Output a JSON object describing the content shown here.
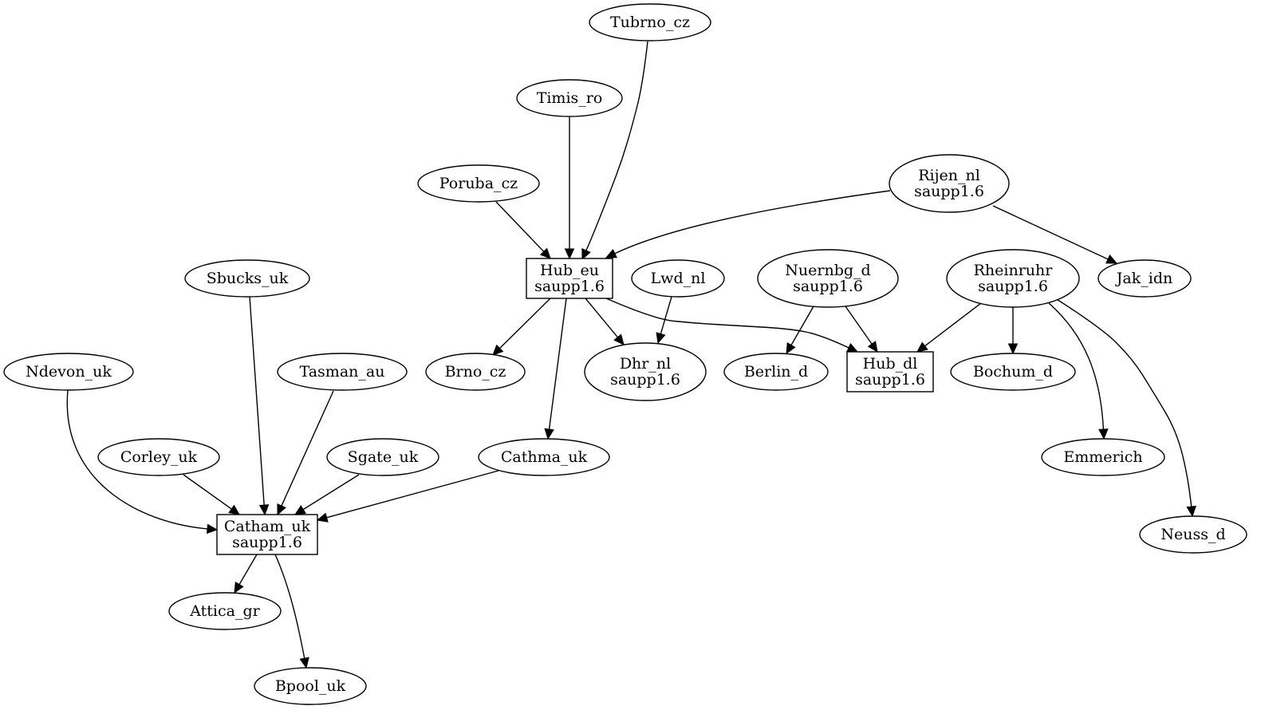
{
  "graph": {
    "nodes": [
      {
        "id": "tubrno_cz",
        "shape": "ellipse",
        "lines": [
          "Tubrno_cz"
        ]
      },
      {
        "id": "timis_ro",
        "shape": "ellipse",
        "lines": [
          "Timis_ro"
        ]
      },
      {
        "id": "poruba_cz",
        "shape": "ellipse",
        "lines": [
          "Poruba_cz"
        ]
      },
      {
        "id": "rijen_nl",
        "shape": "ellipse",
        "lines": [
          "Rijen_nl",
          "saupp1.6"
        ]
      },
      {
        "id": "hub_eu",
        "shape": "box",
        "lines": [
          "Hub_eu",
          "saupp1.6"
        ]
      },
      {
        "id": "lwd_nl",
        "shape": "ellipse",
        "lines": [
          "Lwd_nl"
        ]
      },
      {
        "id": "nuernbg_d",
        "shape": "ellipse",
        "lines": [
          "Nuernbg_d",
          "saupp1.6"
        ]
      },
      {
        "id": "rheinruhr",
        "shape": "ellipse",
        "lines": [
          "Rheinruhr",
          "saupp1.6"
        ]
      },
      {
        "id": "jak_idn",
        "shape": "ellipse",
        "lines": [
          "Jak_idn"
        ]
      },
      {
        "id": "sbucks_uk",
        "shape": "ellipse",
        "lines": [
          "Sbucks_uk"
        ]
      },
      {
        "id": "brno_cz",
        "shape": "ellipse",
        "lines": [
          "Brno_cz"
        ]
      },
      {
        "id": "dhr_nl",
        "shape": "ellipse",
        "lines": [
          "Dhr_nl",
          "saupp1.6"
        ]
      },
      {
        "id": "berlin_d",
        "shape": "ellipse",
        "lines": [
          "Berlin_d"
        ]
      },
      {
        "id": "hub_dl",
        "shape": "box",
        "lines": [
          "Hub_dl",
          "saupp1.6"
        ]
      },
      {
        "id": "bochum_d",
        "shape": "ellipse",
        "lines": [
          "Bochum_d"
        ]
      },
      {
        "id": "ndevon_uk",
        "shape": "ellipse",
        "lines": [
          "Ndevon_uk"
        ]
      },
      {
        "id": "tasman_au",
        "shape": "ellipse",
        "lines": [
          "Tasman_au"
        ]
      },
      {
        "id": "corley_uk",
        "shape": "ellipse",
        "lines": [
          "Corley_uk"
        ]
      },
      {
        "id": "sgate_uk",
        "shape": "ellipse",
        "lines": [
          "Sgate_uk"
        ]
      },
      {
        "id": "cathma_uk",
        "shape": "ellipse",
        "lines": [
          "Cathma_uk"
        ]
      },
      {
        "id": "emmerich",
        "shape": "ellipse",
        "lines": [
          "Emmerich"
        ]
      },
      {
        "id": "catham_uk",
        "shape": "box",
        "lines": [
          "Catham_uk",
          "saupp1.6"
        ]
      },
      {
        "id": "neuss_d",
        "shape": "ellipse",
        "lines": [
          "Neuss_d"
        ]
      },
      {
        "id": "attica_gr",
        "shape": "ellipse",
        "lines": [
          "Attica_gr"
        ]
      },
      {
        "id": "bpool_uk",
        "shape": "ellipse",
        "lines": [
          "Bpool_uk"
        ]
      }
    ],
    "edges": [
      {
        "from": "tubrno_cz",
        "to": "hub_eu"
      },
      {
        "from": "timis_ro",
        "to": "hub_eu"
      },
      {
        "from": "poruba_cz",
        "to": "hub_eu"
      },
      {
        "from": "rijen_nl",
        "to": "hub_eu"
      },
      {
        "from": "rijen_nl",
        "to": "jak_idn"
      },
      {
        "from": "hub_eu",
        "to": "brno_cz"
      },
      {
        "from": "hub_eu",
        "to": "dhr_nl"
      },
      {
        "from": "hub_eu",
        "to": "hub_dl"
      },
      {
        "from": "hub_eu",
        "to": "cathma_uk"
      },
      {
        "from": "lwd_nl",
        "to": "dhr_nl"
      },
      {
        "from": "nuernbg_d",
        "to": "berlin_d"
      },
      {
        "from": "nuernbg_d",
        "to": "hub_dl"
      },
      {
        "from": "rheinruhr",
        "to": "hub_dl"
      },
      {
        "from": "rheinruhr",
        "to": "bochum_d"
      },
      {
        "from": "rheinruhr",
        "to": "emmerich"
      },
      {
        "from": "rheinruhr",
        "to": "neuss_d"
      },
      {
        "from": "sbucks_uk",
        "to": "catham_uk"
      },
      {
        "from": "ndevon_uk",
        "to": "catham_uk"
      },
      {
        "from": "tasman_au",
        "to": "catham_uk"
      },
      {
        "from": "corley_uk",
        "to": "catham_uk"
      },
      {
        "from": "sgate_uk",
        "to": "catham_uk"
      },
      {
        "from": "cathma_uk",
        "to": "catham_uk"
      },
      {
        "from": "catham_uk",
        "to": "attica_gr"
      },
      {
        "from": "catham_uk",
        "to": "bpool_uk"
      }
    ]
  }
}
